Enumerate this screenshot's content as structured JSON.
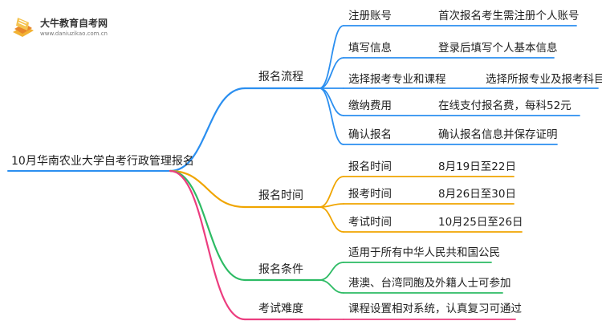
{
  "logo": {
    "name": "大牛教育自考网",
    "url": "www.daniuzikao.com.cn"
  },
  "root": "10月华南农业大学自考行政管理报名",
  "colors": {
    "blue": "#2b8ff0",
    "orange": "#f0a500",
    "green": "#2dbb64",
    "pink": "#ec3d7f"
  },
  "branches": [
    {
      "label": "报名流程",
      "children": [
        {
          "label": "注册账号",
          "detail": "首次报名考生需注册个人账号"
        },
        {
          "label": "填写信息",
          "detail": "登录后填写个人基本信息"
        },
        {
          "label": "选择报考专业和课程",
          "detail": "选择所报专业及报考科目"
        },
        {
          "label": "缴纳费用",
          "detail": "在线支付报名费，每科52元"
        },
        {
          "label": "确认报名",
          "detail": "确认报名信息并保存证明"
        }
      ]
    },
    {
      "label": "报名时间",
      "children": [
        {
          "label": "报名时间",
          "detail": "8月19日至22日"
        },
        {
          "label": "报考时间",
          "detail": "8月26日至30日"
        },
        {
          "label": "考试时间",
          "detail": "10月25日至26日"
        }
      ]
    },
    {
      "label": "报名条件",
      "children": [
        {
          "label": "适用于所有中华人民共和国公民"
        },
        {
          "label": "港澳、台湾同胞及外籍人士可参加"
        }
      ]
    },
    {
      "label": "考试难度",
      "children": [
        {
          "label": "课程设置相对系统，认真复习可通过"
        }
      ]
    }
  ]
}
